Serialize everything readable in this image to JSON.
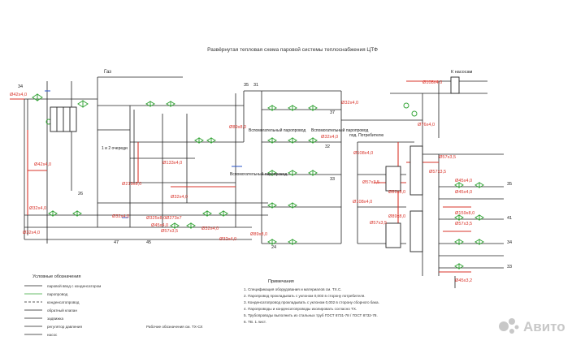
{
  "title": "Развёрнутая тепловая схема паровой системы теплоснабжения ЦТФ",
  "labels": {
    "gas": "Газ",
    "condensate": "К насосам",
    "kotelnaya_1": "1 и 2 очереди",
    "kotelnaya_2": "Вспомогательный паропровод",
    "kotelnaya_3": "Вспомогательный паропровод",
    "kotelnaya_4": "Вспомогательный паропровод",
    "to_consumers": "под. Потребителю"
  },
  "pipes": {
    "p1": "Ø42x4,0",
    "p2": "Ø32x4,0",
    "p3": "Ø42x4,0",
    "p4": "Ø32x4,0",
    "p5": "Ø32x4,0",
    "p6": "Ø32x4,0",
    "p7": "Ø273x7",
    "p8": "Ø325x8,0",
    "p9": "Ø57x3,5",
    "p10": "Ø45x4,0",
    "p11": "Ø32x4,0",
    "p12": "Ø32x4,0",
    "p13": "Ø89x8,0",
    "p14": "Ø133x4,0",
    "p15": "Ø219x8,0",
    "p16": "Ø89x8,0",
    "p17": "Ø108x4,0",
    "p18": "Ø57x3,5",
    "p19": "Ø89x8,0",
    "p20": "Ø89x8,0",
    "p21": "Ø57x3,5",
    "p22": "Ø45x4,0",
    "p23": "Ø159x8,0",
    "p24": "Ø57x3,5",
    "p25": "Ø45x3,2",
    "p26": "Ø32x4,0",
    "p27": "Ø32x4,0",
    "p28": "Ø108x4,0",
    "p29": "Ø76x4,0",
    "p30": "Ø108x4,0",
    "p31": "Ø57x3,5",
    "p32": "Ø45x4,0",
    "p33": "Ø57x3,5"
  },
  "numbers": [
    "34",
    "26",
    "35",
    "31",
    "37",
    "32",
    "33",
    "24",
    "35",
    "41",
    "34",
    "33",
    "45",
    "47"
  ],
  "legend": {
    "heading": "Условные обозначения",
    "items": [
      "паровой ввод с конденсатором",
      "паропровод",
      "конденсатопровод",
      "обратный клапан",
      "задвижка",
      "регулятор давления",
      "насос"
    ]
  },
  "notes": {
    "heading": "Примечания",
    "lines": [
      "1. Спецификация оборудования и материалов см. ТХ.С.",
      "2. Паропровод прокладывать с уклоном 0,003 в сторону потребителя.",
      "3. Конденсатопровод прокладывать с уклоном 0,002 в сторону сборного бака.",
      "4. Паропроводы и конденсатопроводы изолировать согласно ТХ.",
      "5. Трубопроводы выполнить из стальных труб ГОСТ 8731-78 / ГОСТ 8732-78.",
      "6. ТВ. 1 лист."
    ]
  },
  "footer_note": "Рабочие обозначения см. ТХ-СХ",
  "watermark": "Авито",
  "colors": {
    "line": "#222222",
    "green": "#37a63a",
    "red": "#d9342b",
    "blue": "#2a55c9",
    "magenta": "#c02ab8"
  }
}
